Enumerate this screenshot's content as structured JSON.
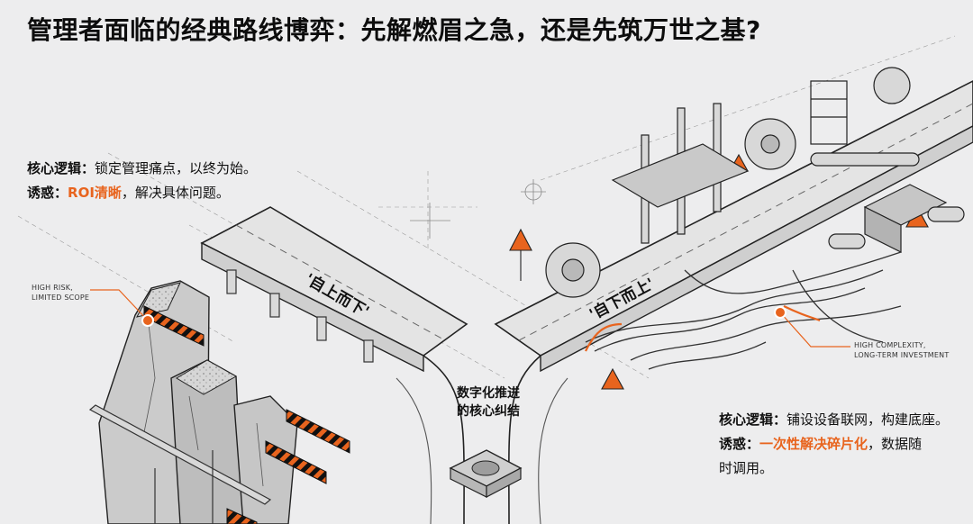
{
  "title": "管理者面临的经典路线博弈：先解燃眉之急，还是先筑万世之基?",
  "left_notes": {
    "line1_key": "核心逻辑：",
    "line1_text": "锁定管理痛点，以终为始。",
    "line2_key": "诱惑：",
    "line2_highlight": "ROI清晰",
    "line2_text": "，解决具体问题。"
  },
  "right_notes": {
    "line1_key": "核心逻辑：",
    "line1_text": "铺设设备联网，构建底座。",
    "line2_key": "诱惑：",
    "line2_highlight": "一次性解决碎片化",
    "line2_text": "，数据随",
    "line3_text": "时调用。"
  },
  "callouts": {
    "left_line1": "HIGH RISK,",
    "left_line2": "LIMITED SCOPE",
    "right_line1": "HIGH COMPLEXITY,",
    "right_line2": "LONG-TERM INVESTMENT"
  },
  "roads": {
    "left_label": "'自上而下'",
    "right_label": "'自下而上'"
  },
  "junction": {
    "line1": "数字化推进",
    "line2": "的核心纠结"
  },
  "colors": {
    "accent": "#e8641e",
    "ink": "#111111",
    "background": "#ededee"
  }
}
